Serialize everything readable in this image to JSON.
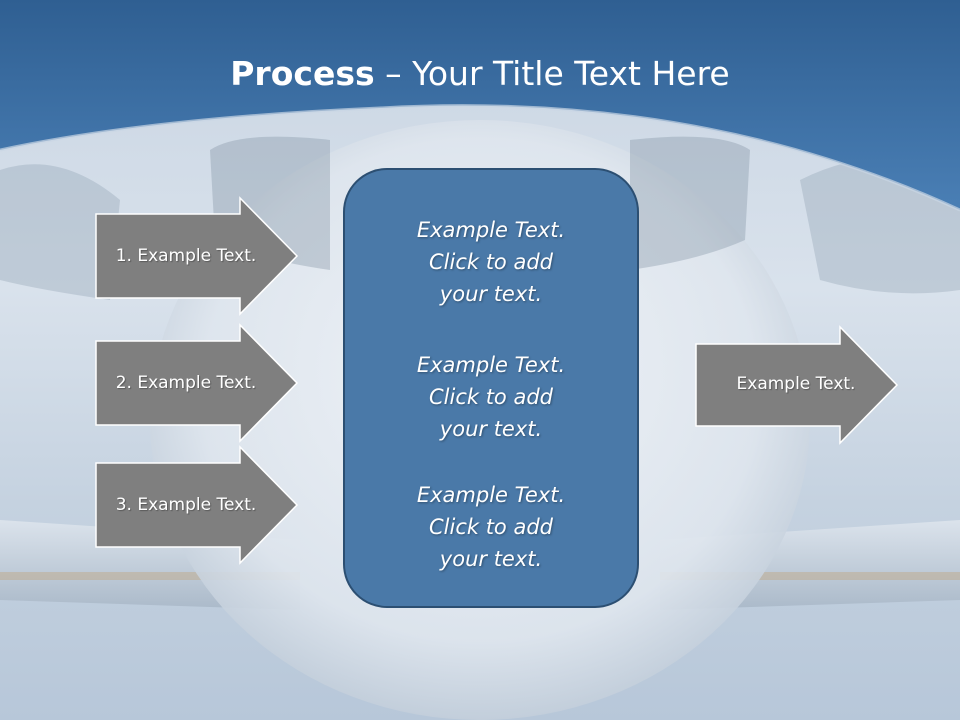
{
  "slide": {
    "title_bold": "Process",
    "title_rest": " – Your Title Text Here"
  },
  "left_arrows": [
    {
      "label": "1. Example Text."
    },
    {
      "label": "2. Example Text."
    },
    {
      "label": "3. Example Text."
    }
  ],
  "center_box": {
    "items": [
      {
        "text": "Example Text.\nClick  to add\nyour text."
      },
      {
        "text": "Example Text.\nClick  to add\nyour text."
      },
      {
        "text": "Example Text.\nClick  to add\nyour text."
      }
    ]
  },
  "right_arrow": {
    "label": "Example Text."
  },
  "colors": {
    "header_blue": "#3d6fa3",
    "box_fill": "#4a79a8",
    "arrow_fill": "#7f7f7f"
  }
}
